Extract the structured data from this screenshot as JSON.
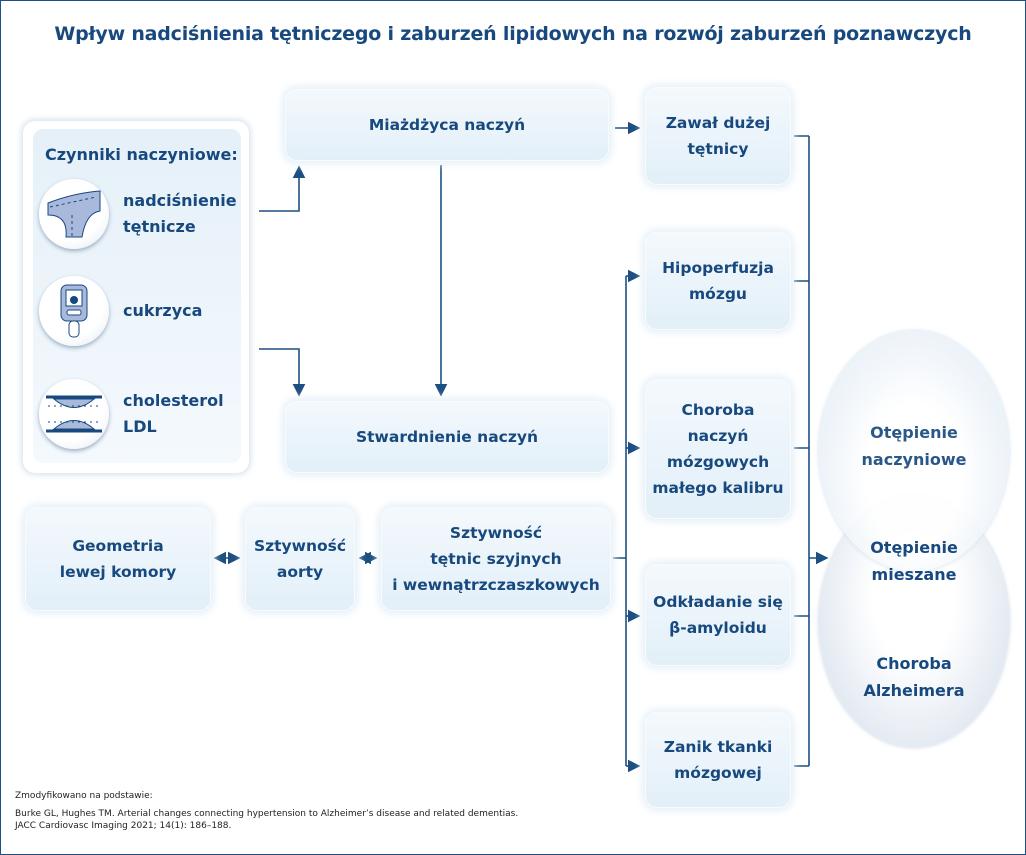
{
  "title": "Wpływ nadciśnienia tętniczego i zaburzeń lipidowych na rozwój zaburzeń poznawczych",
  "factors": {
    "heading": "Czynniki naczyniowe:",
    "items": [
      {
        "label1": "nadciśnienie",
        "label2": "tętnicze",
        "icon": "artery-icon"
      },
      {
        "label1": "cukrzyca",
        "icon": "glucometer-icon"
      },
      {
        "label1": "cholesterol",
        "label2": "LDL",
        "icon": "cholesterol-vessel-icon"
      }
    ]
  },
  "boxes": {
    "atherosclerosis": "Miażdżyca naczyń",
    "arteriosclerosis": "Stwardnienie naczyń",
    "infarct": [
      "Zawał dużej",
      "tętnicy"
    ],
    "hypoperfusion": [
      "Hipoperfuzja",
      "mózgu"
    ],
    "small_vessel": [
      "Choroba",
      "naczyń",
      "mózgowych",
      "małego kalibru"
    ],
    "amyloid": [
      "Odkładanie się",
      "β-amyloidu"
    ],
    "atrophy": [
      "Zanik tkanki",
      "mózgowej"
    ],
    "lv_geometry": [
      "Geometria",
      "lewej komory"
    ],
    "aortic_stiffness": [
      "Sztywność",
      "aorty"
    ],
    "artery_stiffness": [
      "Sztywność",
      "tętnic szyjnych",
      "i wewnątrzczaszkowych"
    ]
  },
  "outcomes": {
    "vascular": [
      "Otępienie",
      "naczyniowe"
    ],
    "mixed": [
      "Otępienie",
      "mieszane"
    ],
    "alzheimer": [
      "Choroba",
      "Alzheimera"
    ]
  },
  "footer": {
    "line1": "Zmodyfikowano na podstawie:",
    "line2": "Burke GL, Hughes TM. Arterial changes connecting hypertension to Alzheimer’s disease and related dementias.",
    "line3": "JACC Cardiovasc Imaging 2021; 14(1): 186–188."
  },
  "colors": {
    "text": "#17497f",
    "line": "#1d4f82",
    "box": "#e2eff8"
  }
}
